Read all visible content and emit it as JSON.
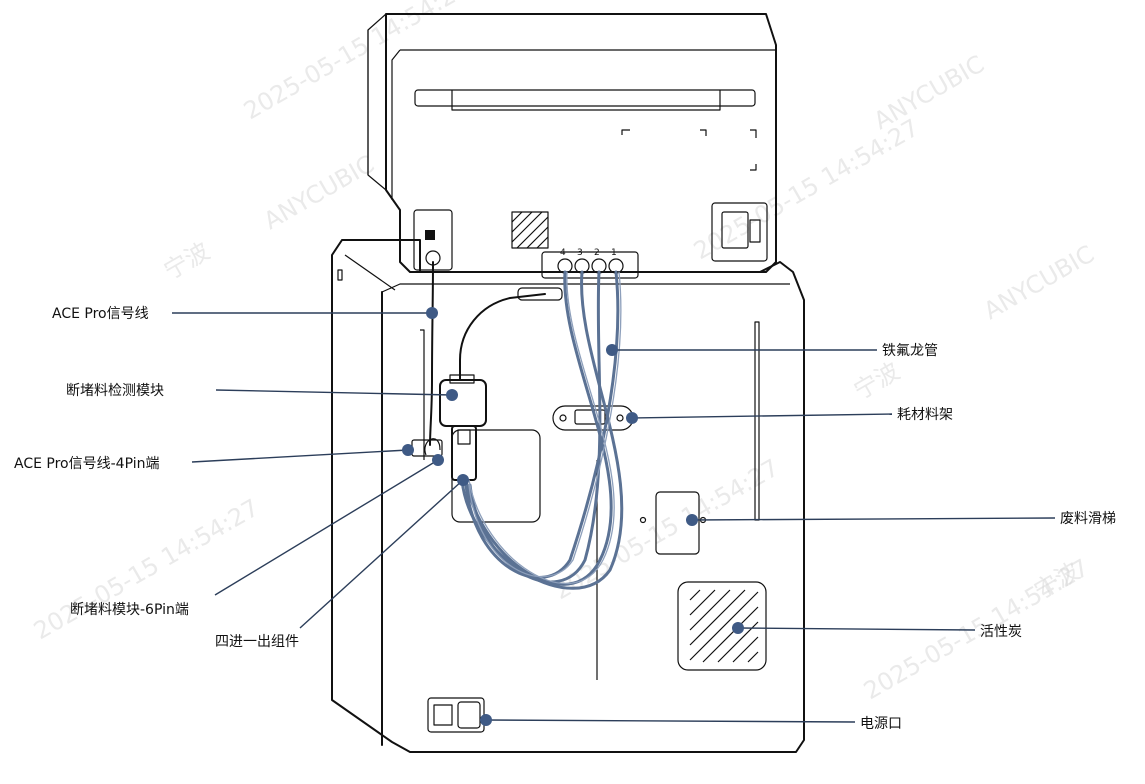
{
  "labels": {
    "ace_signal_cable": "ACE Pro信号线",
    "clog_detect_module": "断堵料检测模块",
    "ace_signal_4pin": "ACE Pro信号线-4Pin端",
    "clog_module_6pin": "断堵料模块-6Pin端",
    "four_in_one_out": "四进一出组件",
    "ptfe_tube": "铁氟龙管",
    "spool_holder": "耗材料架",
    "waste_chute": "废料滑梯",
    "activated_carbon": "活性炭",
    "power_port": "电源口"
  },
  "port_numbers": [
    "4",
    "3",
    "2",
    "1"
  ],
  "watermark": {
    "brand": "ANYCUBIC",
    "timestamp": "2025-05-15 14:54:27",
    "user": "宁波"
  },
  "colors": {
    "tube": "#5b7294",
    "leader": "#2c3e5a",
    "dot": "#3f5a85",
    "outline": "#111111"
  }
}
